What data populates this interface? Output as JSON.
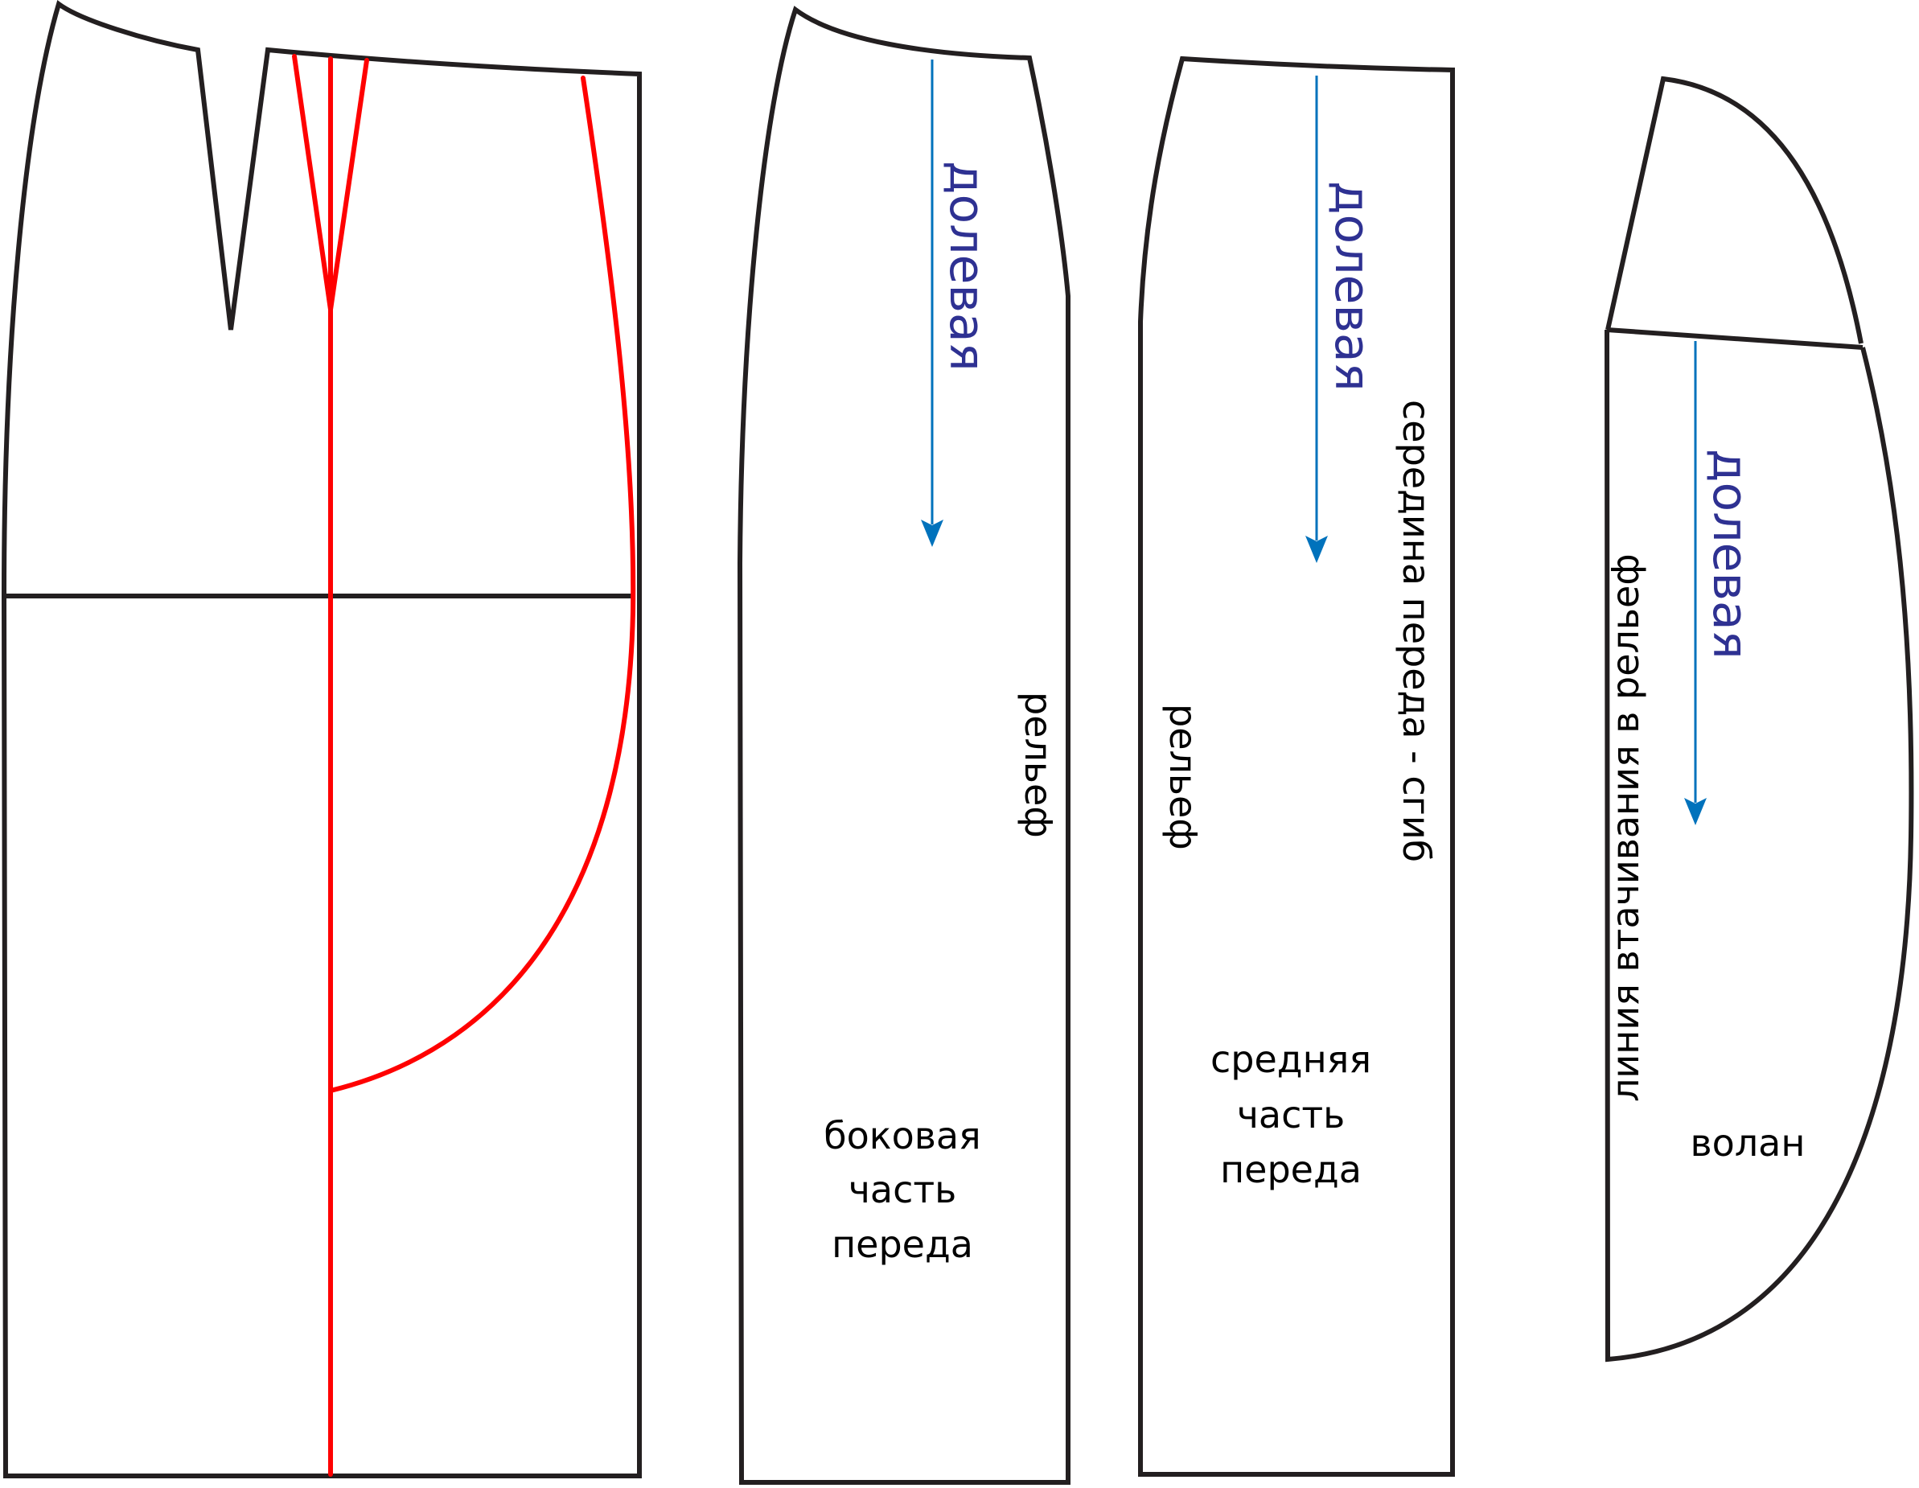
{
  "colors": {
    "outline": "#231f20",
    "modification": "#ff0000",
    "grainline": "#0072bc",
    "grain_text": "#2e3192",
    "label_text": "#000000"
  },
  "basic_block": {},
  "side_front": {
    "grain_label": "долевая",
    "seam_label": "рельеф",
    "name_lines": [
      "боковая",
      "часть",
      "переда"
    ]
  },
  "center_front": {
    "grain_label": "долевая",
    "seam_label": "рельеф",
    "fold_label": "середина переда - сгиб",
    "name_lines": [
      "средняя",
      "часть",
      "переда"
    ]
  },
  "flounce": {
    "grain_label": "долевая",
    "seam_label": "линия втачивания в рельеф",
    "name_lines": [
      "волан"
    ]
  }
}
